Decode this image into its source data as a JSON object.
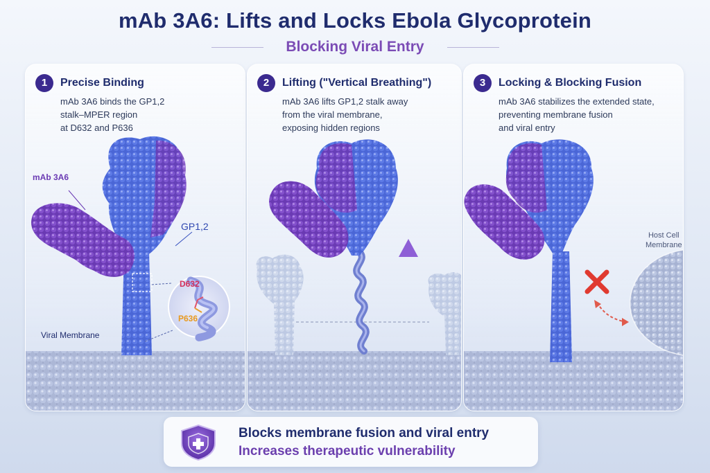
{
  "header": {
    "title": "mAb 3A6: Lifts and Locks Ebola Glycoprotein",
    "subtitle": "Blocking Viral Entry"
  },
  "panels": [
    {
      "number": "1",
      "title": "Precise Binding",
      "description": [
        "mAb 3A6 binds the GP1,2",
        "stalk–MPER region",
        "at D632 and P636"
      ],
      "labels": {
        "antibody": "mAb 3A6",
        "glycoprotein": "GP1,2",
        "residue1": "D632",
        "residue2": "P636",
        "membrane": "Viral Membrane"
      }
    },
    {
      "number": "2",
      "title": "Lifting (\"Vertical Breathing\")",
      "description": [
        "mAb 3A6 lifts GP1,2 stalk away",
        "from the viral membrane,",
        "exposing hidden regions"
      ]
    },
    {
      "number": "3",
      "title": "Locking & Blocking Fusion",
      "description": [
        "mAb 3A6 stabilizes the extended state,",
        "preventing membrane fusion",
        "and viral entry"
      ],
      "labels": {
        "host_membrane_1": "Host Cell",
        "host_membrane_2": "Membrane"
      }
    }
  ],
  "footer": {
    "line1": "Blocks membrane fusion and viral entry",
    "line2": "Increases therapeutic vulnerability"
  },
  "colors": {
    "navy": "#1f2c6d",
    "purple": "#7b4bb5",
    "protein_blue": "#4a66d6",
    "antibody_purple": "#7a44c0",
    "block_red": "#e03a30"
  }
}
